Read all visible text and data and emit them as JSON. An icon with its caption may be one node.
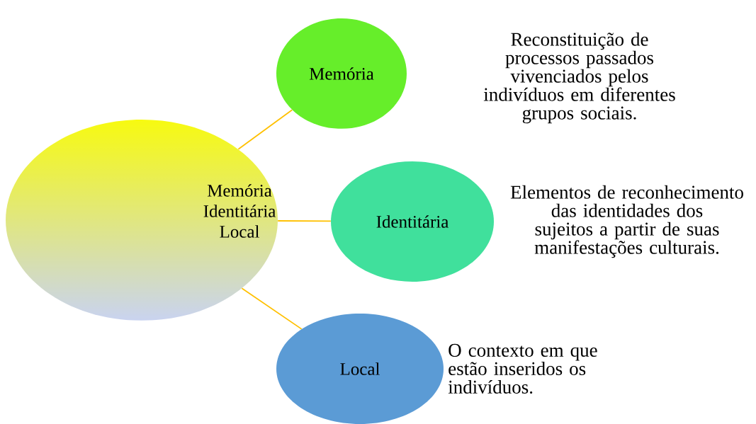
{
  "diagram": {
    "nodes": [
      {
        "text": [
          "Memória Identitária Local"
        ]
      },
      {
        "text": [
          "Memória"
        ]
      },
      {
        "text": [
          "Identitária"
        ],
        "beside": [
          "Elementos de reconhecimento das identidades dos sujeitos a partir de suas manifestações culturais."
        ]
      },
      {
        "text": [
          "Local"
        ],
        "beside": [
          "O contexto em que estão inseridos os indivíduos."
        ]
      }
    ],
    "edges": [
      {
        "from": 0,
        "to": 1,
        "arrow": "none"
      },
      {
        "from": 0,
        "to": 2,
        "arrow": "none"
      },
      {
        "from": 0,
        "to": 3,
        "arrow": "none"
      }
    ],
    "labels": [
      "Reconstituição de processos passados vivenciados pelos indivíduos em diferentes grupos sociais."
    ]
  }
}
